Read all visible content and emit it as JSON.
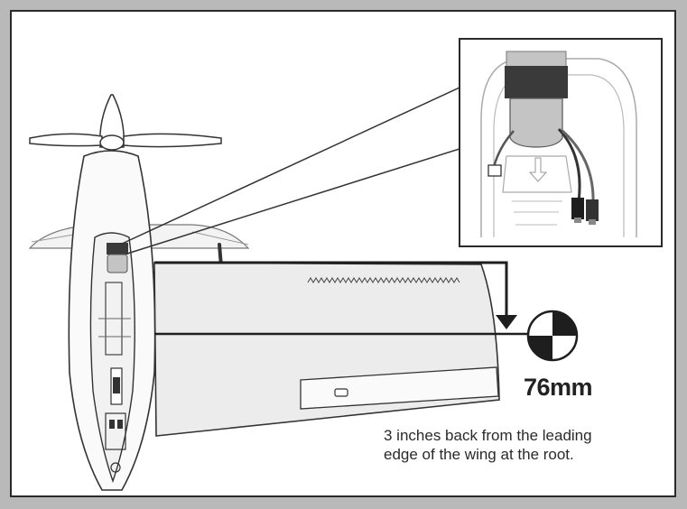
{
  "measurement": "76mm",
  "note_lines": [
    "3 inches back from the leading",
    "edge of the wing at the root."
  ],
  "colors": {
    "background": "#b9b9b9",
    "panel": "#ffffff",
    "line": "#2a2a2a",
    "wing_fill": "#ececec",
    "battery_dark": "#3a3a3a",
    "battery_light": "#c4c4c4"
  },
  "icons": [
    "propeller-icon",
    "center-of-gravity-icon",
    "battery-icon",
    "arrow-down-icon"
  ]
}
